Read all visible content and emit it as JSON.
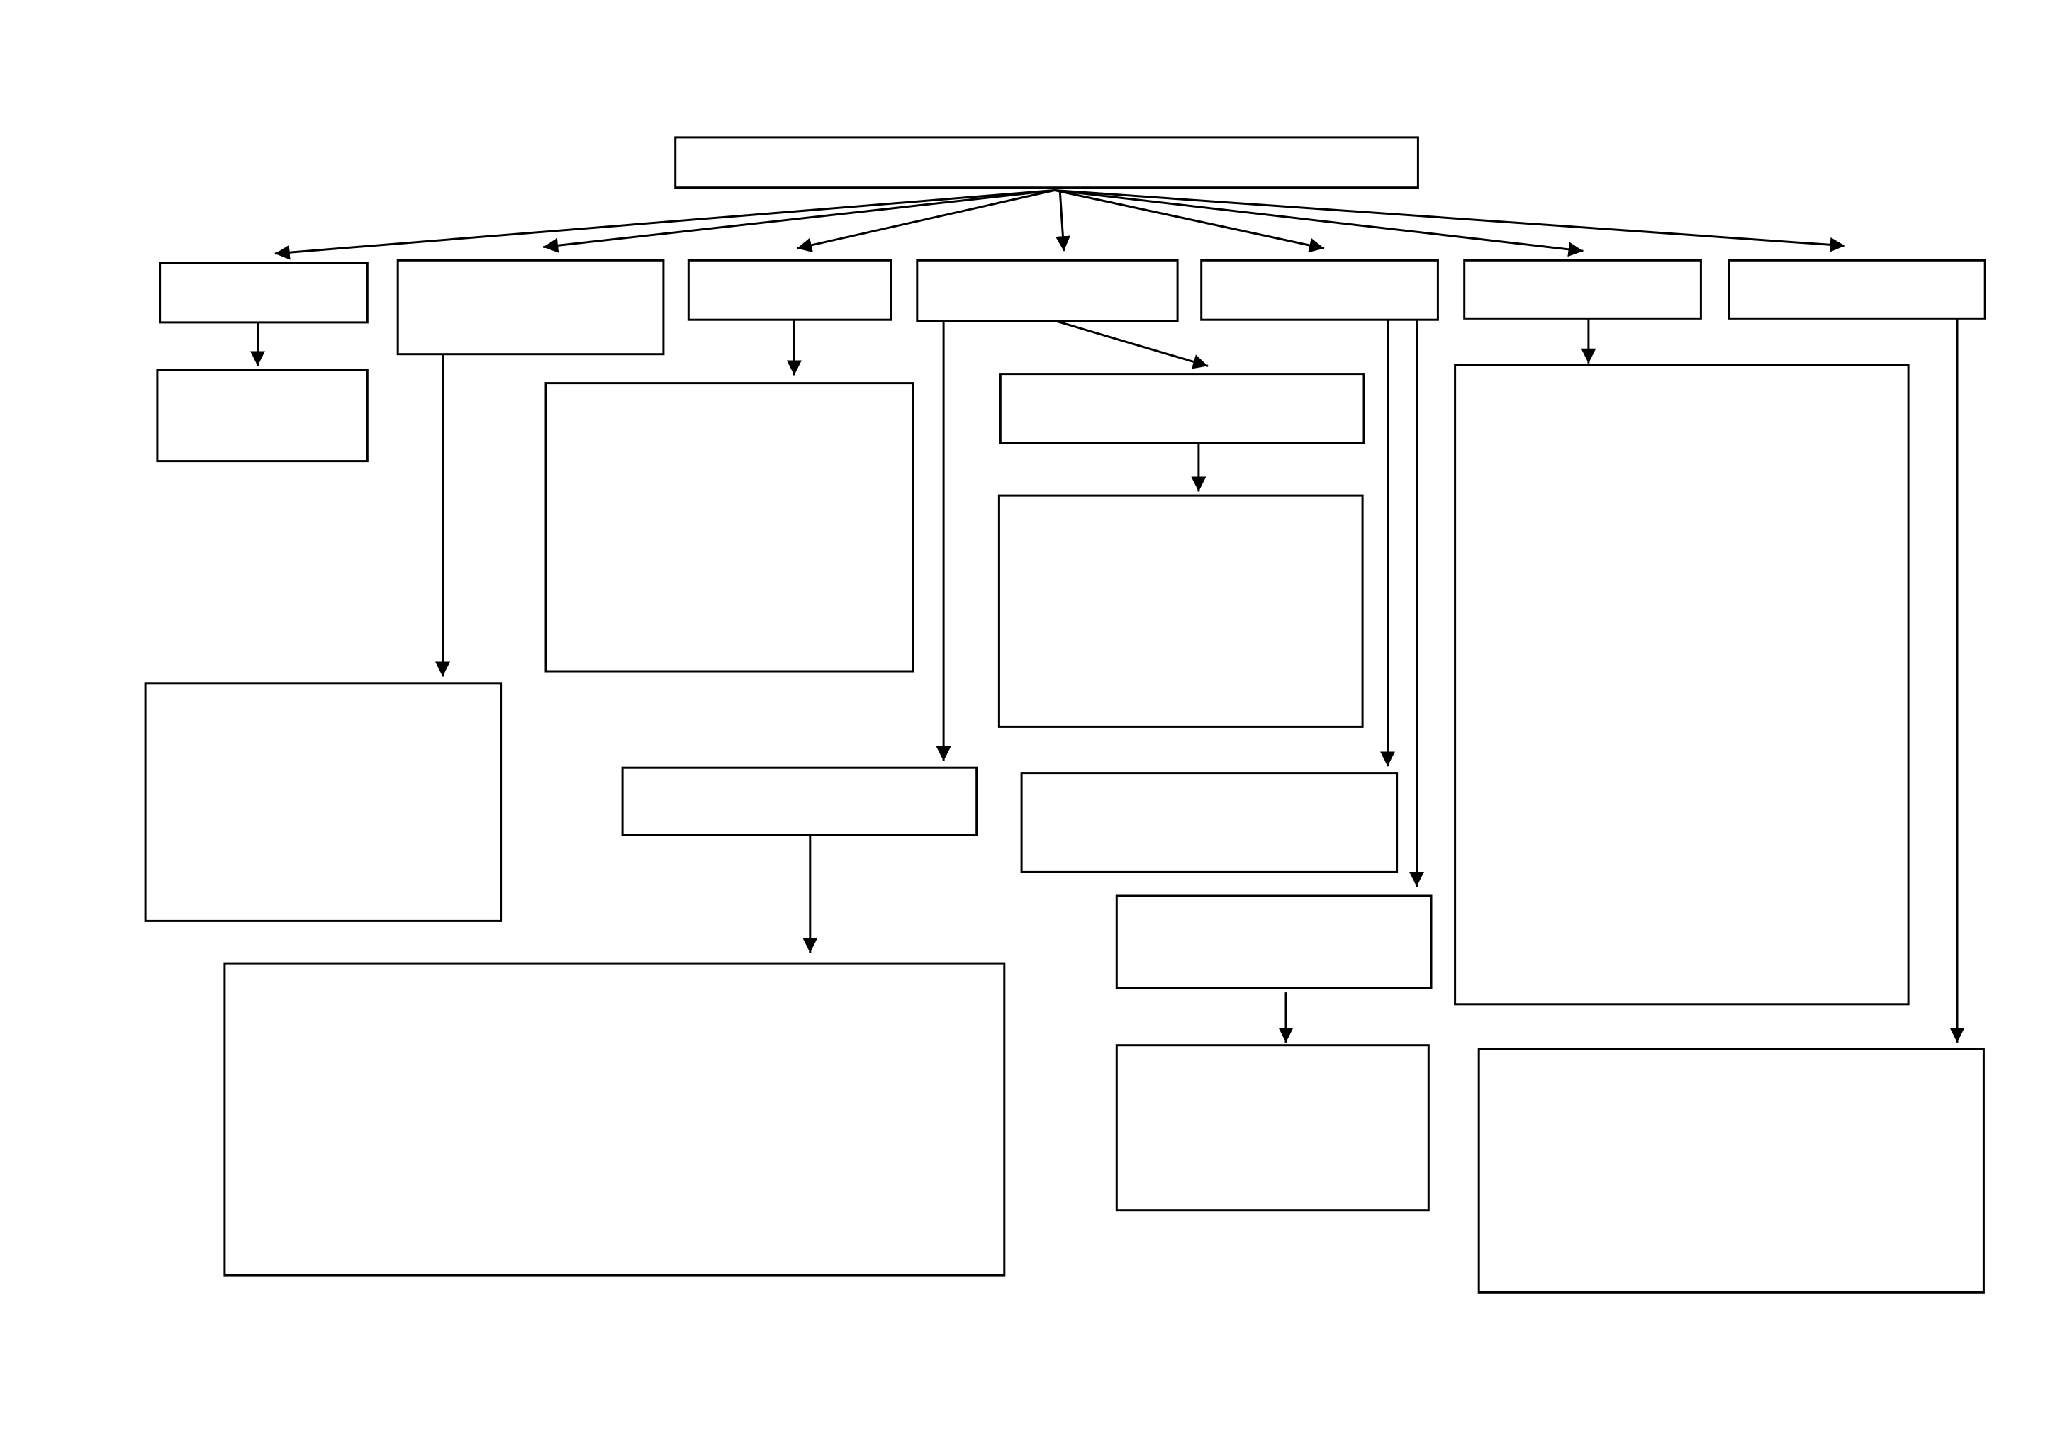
{
  "diagram": {
    "type": "flowchart",
    "colors": {
      "line": "#000000",
      "box_fill": "#ffffff",
      "background": "#ffffff"
    },
    "nodes": [
      {
        "id": "root",
        "label": ""
      },
      {
        "id": "child-1",
        "label": ""
      },
      {
        "id": "child-2",
        "label": ""
      },
      {
        "id": "child-3",
        "label": ""
      },
      {
        "id": "child-4",
        "label": ""
      },
      {
        "id": "child-5",
        "label": ""
      },
      {
        "id": "child-6",
        "label": ""
      },
      {
        "id": "child-7",
        "label": ""
      },
      {
        "id": "child-1-detail",
        "label": ""
      },
      {
        "id": "child-2-detail",
        "label": ""
      },
      {
        "id": "child-3-detail",
        "label": ""
      },
      {
        "id": "child-4-sub",
        "label": ""
      },
      {
        "id": "child-4-sub-detail",
        "label": ""
      },
      {
        "id": "child-4-branch",
        "label": ""
      },
      {
        "id": "child-4-branch-detail",
        "label": ""
      },
      {
        "id": "child-5-sub-a",
        "label": ""
      },
      {
        "id": "child-5-sub-b",
        "label": ""
      },
      {
        "id": "child-5-sub-b-detail",
        "label": ""
      },
      {
        "id": "child-6-detail",
        "label": ""
      },
      {
        "id": "child-7-detail",
        "label": ""
      }
    ],
    "edges": [
      {
        "from": "root",
        "to": "child-1"
      },
      {
        "from": "root",
        "to": "child-2"
      },
      {
        "from": "root",
        "to": "child-3"
      },
      {
        "from": "root",
        "to": "child-4"
      },
      {
        "from": "root",
        "to": "child-5"
      },
      {
        "from": "root",
        "to": "child-6"
      },
      {
        "from": "root",
        "to": "child-7"
      },
      {
        "from": "child-1",
        "to": "child-1-detail"
      },
      {
        "from": "child-2",
        "to": "child-2-detail"
      },
      {
        "from": "child-3",
        "to": "child-3-detail"
      },
      {
        "from": "child-4",
        "to": "child-4-sub"
      },
      {
        "from": "child-4-sub",
        "to": "child-4-sub-detail"
      },
      {
        "from": "child-4",
        "to": "child-4-branch"
      },
      {
        "from": "child-4-branch",
        "to": "child-4-branch-detail"
      },
      {
        "from": "child-5",
        "to": "child-5-sub-a"
      },
      {
        "from": "child-5",
        "to": "child-5-sub-b"
      },
      {
        "from": "child-5-sub-b",
        "to": "child-5-sub-b-detail"
      },
      {
        "from": "child-6",
        "to": "child-6-detail"
      },
      {
        "from": "child-7",
        "to": "child-7-detail"
      }
    ]
  }
}
